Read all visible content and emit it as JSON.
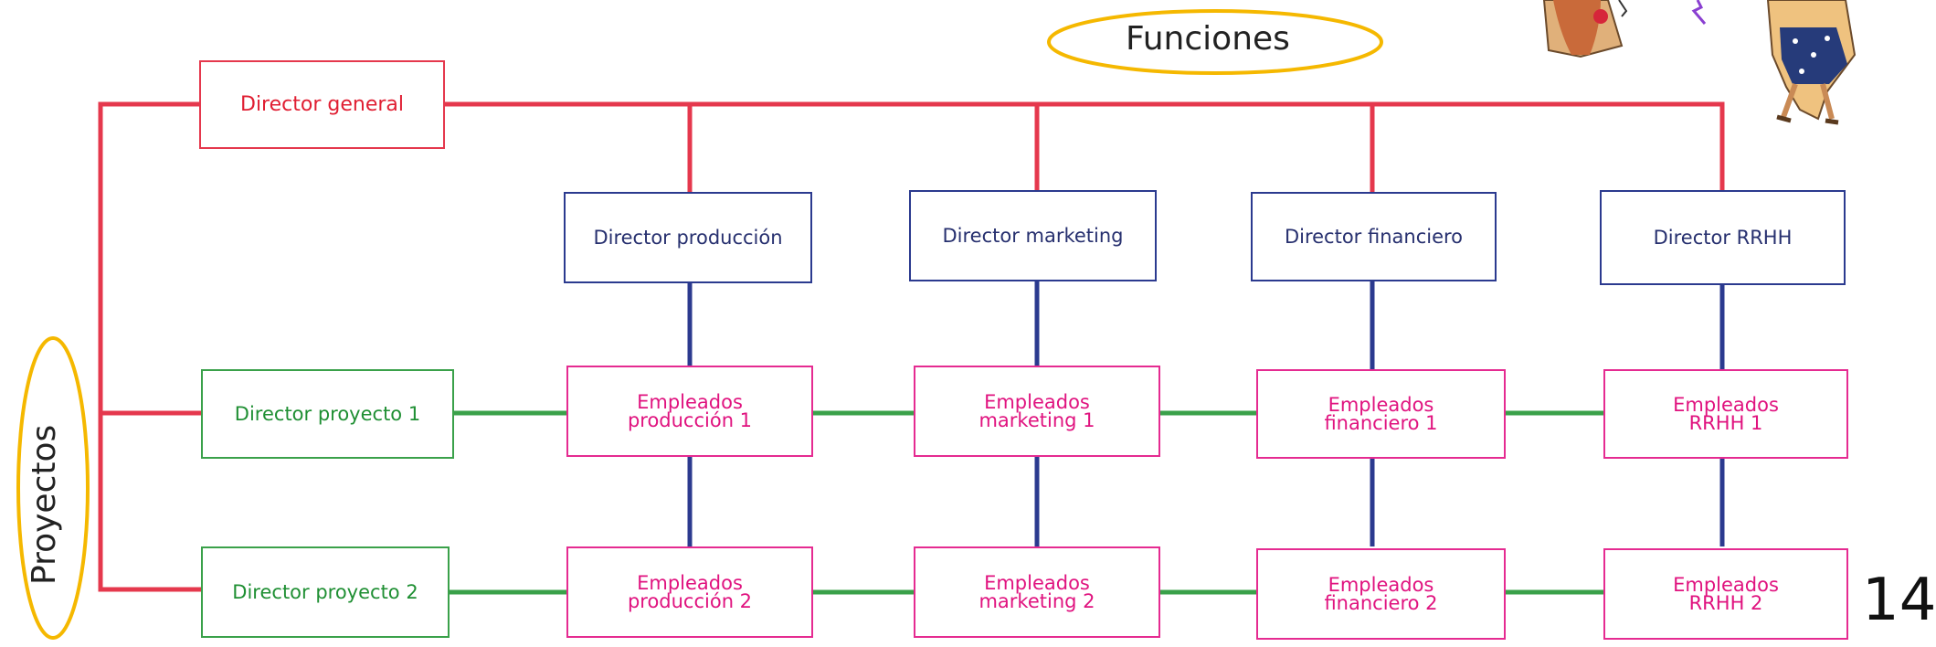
{
  "colors": {
    "management_line": "#e5384d",
    "function_line": "#2b3a8f",
    "project_line": "#3aa14a",
    "highlight_ellipse": "#f5b800",
    "director_general": "#e01e32",
    "function_director": "#27306f",
    "project_director": "#1f8f33",
    "employees": "#e0137f"
  },
  "axes": {
    "functions_label": "Funciones",
    "projects_label": "Proyectos"
  },
  "director_general": "Director general",
  "function_directors": [
    "Director producción",
    "Director marketing",
    "Director financiero",
    "Director RRHH"
  ],
  "project_directors": [
    "Director proyecto 1",
    "Director proyecto 2"
  ],
  "employees": [
    [
      "Empleados\nproducción 1",
      "Empleados\nmarketing 1",
      "Empleados\nfinanciero 1",
      "Empleados\nRRHH 1"
    ],
    [
      "Empleados\nproducción 2",
      "Empleados\nmarketing 2",
      "Empleados\nfinanciero 2",
      "Empleados\nRRHH 2"
    ]
  ],
  "page_number": "14",
  "illustration": "cartoon-characters-arguing"
}
